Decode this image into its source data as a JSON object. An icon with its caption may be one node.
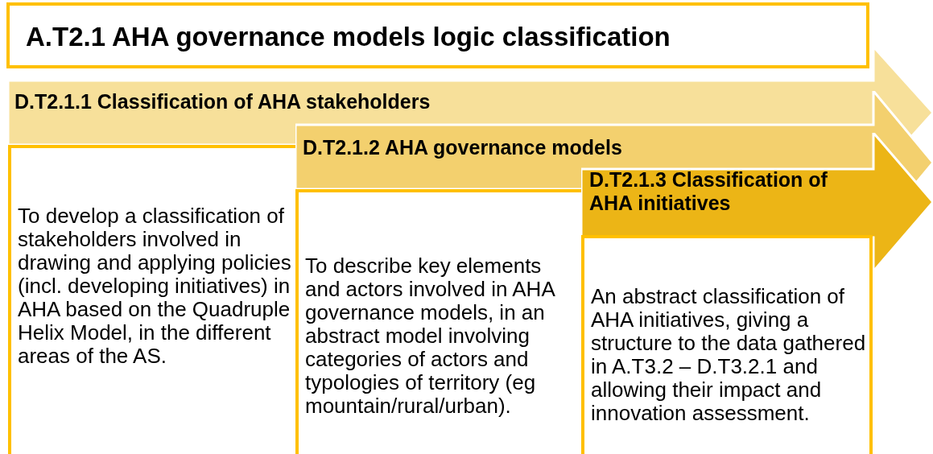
{
  "diagram": {
    "nodes": [
      {
        "text": [
          "A.T2.1 AHA governance models logic classification"
        ]
      },
      {
        "text": [
          "D.T2.1.1 Classification of AHA stakeholders"
        ]
      },
      {
        "text": [
          "To develop a classification of stakeholders involved in drawing and applying policies (incl. developing initiatives) in AHA based on the Quadruple Helix Model, in the different areas of the AS."
        ]
      },
      {
        "text": [
          "D.T2.1.2 AHA governance models"
        ]
      },
      {
        "text": [
          "To describe key elements and actors involved in AHA governance models, in an abstract model involving categories of actors and typologies of territory (eg mountain/rural/urban)."
        ]
      },
      {
        "text": [
          "D.T2.1.3 Classification of AHA initiatives"
        ]
      },
      {
        "text": [
          "An abstract classification of AHA initiatives, giving a structure to the data gathered in A.T3.2 – D.T3.2.1 and allowing their impact and innovation assessment."
        ]
      }
    ]
  }
}
